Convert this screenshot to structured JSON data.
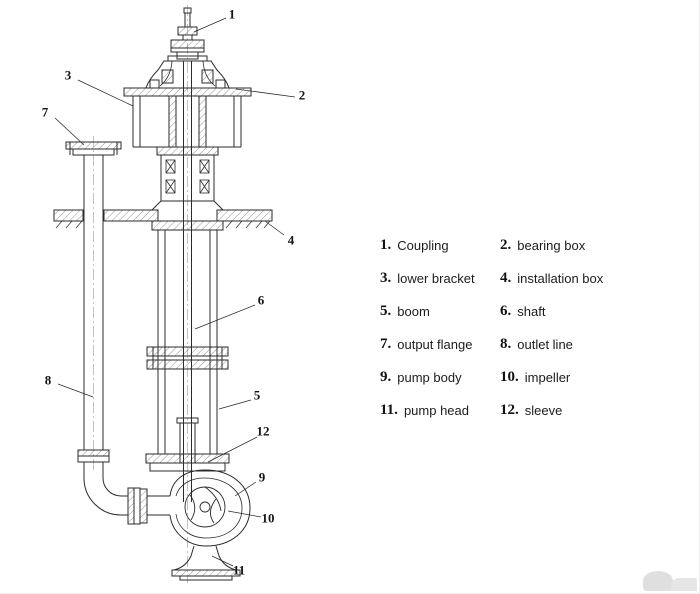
{
  "parts": [
    {
      "num": "1",
      "num_dot": "1.",
      "label": "Coupling"
    },
    {
      "num": "2",
      "num_dot": "2.",
      "label": "bearing box"
    },
    {
      "num": "3",
      "num_dot": "3.",
      "label": "lower bracket"
    },
    {
      "num": "4",
      "num_dot": "4.",
      "label": "installation box"
    },
    {
      "num": "5",
      "num_dot": "5.",
      "label": "boom"
    },
    {
      "num": "6",
      "num_dot": "6.",
      "label": "shaft"
    },
    {
      "num": "7",
      "num_dot": "7.",
      "label": "output flange"
    },
    {
      "num": "8",
      "num_dot": "8.",
      "label": "outlet line"
    },
    {
      "num": "9",
      "num_dot": "9.",
      "label": "pump body"
    },
    {
      "num": "10",
      "num_dot": "10.",
      "label": "impeller"
    },
    {
      "num": "11",
      "num_dot": "11.",
      "label": "pump head"
    },
    {
      "num": "12",
      "num_dot": "12.",
      "label": "sleeve"
    }
  ],
  "colors": {
    "line": "#2b2b2b",
    "text": "#1c1c1c",
    "background": "#ffffff",
    "watermark": "#c6c6c6"
  }
}
